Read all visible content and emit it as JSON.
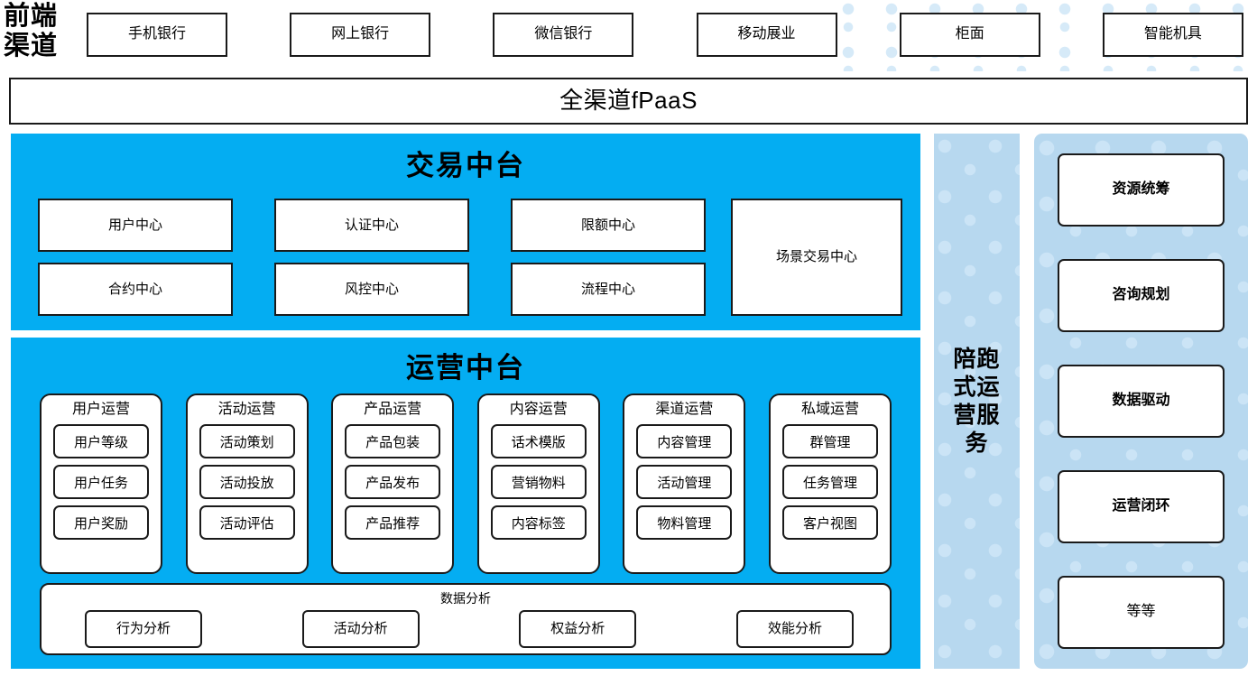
{
  "colors": {
    "cyan_panel": "#04ADF2",
    "light_blue_panel": "#B7D8EF",
    "dot_accent": "#D6EAF8",
    "box_border": "#1A1A1A",
    "box_fill": "#FFFFFF"
  },
  "front_channels": {
    "label": "前端渠道",
    "items": [
      {
        "label": "手机银行"
      },
      {
        "label": "网上银行"
      },
      {
        "label": "微信银行"
      },
      {
        "label": "移动展业"
      },
      {
        "label": "柜面"
      },
      {
        "label": "智能机具"
      }
    ]
  },
  "omni_bar": {
    "label": "全渠道fPaaS"
  },
  "trade_platform": {
    "title": "交易中台",
    "centers": [
      {
        "label": "用户中心"
      },
      {
        "label": "认证中心"
      },
      {
        "label": "限额中心"
      },
      {
        "label": "合约中心"
      },
      {
        "label": "风控中心"
      },
      {
        "label": "流程中心"
      }
    ],
    "scene_center": {
      "label": "场景交易中心"
    }
  },
  "ops_platform": {
    "title": "运营中台",
    "columns": [
      {
        "title": "用户运营",
        "items": [
          "用户等级",
          "用户任务",
          "用户奖励"
        ]
      },
      {
        "title": "活动运营",
        "items": [
          "活动策划",
          "活动投放",
          "活动评估"
        ]
      },
      {
        "title": "产品运营",
        "items": [
          "产品包装",
          "产品发布",
          "产品推荐"
        ]
      },
      {
        "title": "内容运营",
        "items": [
          "话术模版",
          "营销物料",
          "内容标签"
        ]
      },
      {
        "title": "渠道运营",
        "items": [
          "内容管理",
          "活动管理",
          "物料管理"
        ]
      },
      {
        "title": "私域运营",
        "items": [
          "群管理",
          "任务管理",
          "客户视图"
        ]
      }
    ],
    "analysis": {
      "title": "数据分析",
      "items": [
        {
          "label": "行为分析"
        },
        {
          "label": "活动分析"
        },
        {
          "label": "权益分析"
        },
        {
          "label": "效能分析"
        }
      ]
    }
  },
  "service_strip": {
    "label": "陪跑式运营服务"
  },
  "capabilities": {
    "cards": [
      {
        "label": "资源统筹",
        "bold": true
      },
      {
        "label": "咨询规划",
        "bold": true
      },
      {
        "label": "数据驱动",
        "bold": true
      },
      {
        "label": "运营闭环",
        "bold": true
      },
      {
        "label": "等等",
        "bold": false
      }
    ]
  }
}
